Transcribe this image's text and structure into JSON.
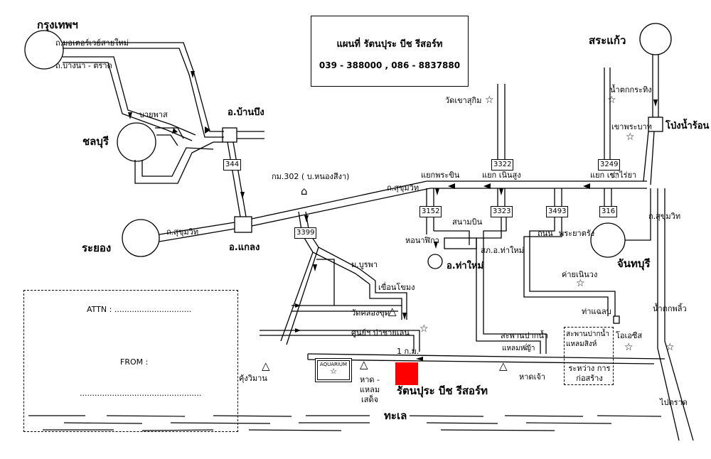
{
  "title": {
    "name": "แผนที่ รัตนปุระ บีช รีสอร์ท",
    "phone": "039 - 388000 , 086 - 8837880"
  },
  "form": {
    "attn": "ATTN : ...............................",
    "from": "FROM :",
    "line": "................................................."
  },
  "provinces": {
    "bangkok": "กรุงเทพฯ",
    "chonburi": "ชลบุรี",
    "rayong": "ระยอง",
    "sakaeo": "สระแก้ว",
    "chanthaburi": "จันทบุรี"
  },
  "roads": {
    "motorway": "ถ.มอเตอร์เวย์สายใหม่",
    "bangna": "ถ.บางนา - ตราด",
    "bypass": "บายพาส",
    "sukhumvit_w": "ถ.สุขุมวิท",
    "sukhumvit_c": "ถ.สุขุมวิท",
    "sukhumvit_e": "ถ.สุขุมวิท",
    "km302": "กม.302 ( บ.หนองสีงา)",
    "to_trat": "ไปตราด",
    "one_km": "1 ก.ม."
  },
  "route_numbers": {
    "r344": "344",
    "r3399": "3399",
    "r3322": "3322",
    "r3249": "3249",
    "r3152": "3152",
    "r3323": "3323",
    "r3493": "3493",
    "r316": "316"
  },
  "places": {
    "ban_bueng": "อ.บ้านบึง",
    "klaeng": "อ.แกลง",
    "tha_mai": "อ.ท่าใหม่",
    "pong_nam_ron": "โป่งน้ำร้อน",
    "khao_sukim": "วัดเขาสุกิม",
    "namtok_krathing": "น้ำตกกระทิง",
    "khao_phrabat": "เขาพระบาท",
    "khao_rai_ya": "แยก เขาไร่ยา",
    "yaek_phra_khin": "แยกพระขิน",
    "yaek_noen_sung": "แยก เนินสูง",
    "sanam_bin": "สนามบิน",
    "ho_nalika": "หอนาฬิกา",
    "sano_tha_mai": "สภ.อ.ท่าใหม่",
    "thanon": "ถนน",
    "phraya_trang": "พระยาตรัง",
    "khai_noen_wong": "ค่ายเนินวง",
    "tha_chaeloeb": "ท่าแฉลบ",
    "namtok_phlio": "น้ำตกพลิ้ว",
    "m_burapha": "ม.บูรพา",
    "khuean_chong": "เขื่อนโขมง",
    "wat_khlong_khut": "วัดคลองขุด",
    "sunya_pasai": "ศูนย์ฯ ป่าชายเลน",
    "saphan_paknam": "สะพานปากน้ำ",
    "laem_sing": "แหลมหญ้า",
    "saphan_laem_sing": "สะพานปากน้ำ แหลมสิงห์",
    "under_construction": "ระหว่าง การก่อสร้าง",
    "oasis": "โอเอซีส",
    "hat_chao": "หาดเจ้า",
    "hat_laem_sadet": "หาด - แหลมเสด็จ",
    "khung_wiman": "คุ้งวิมาน",
    "aquarium": "AQUARIUM",
    "resort": "รัตนปุระ บีช รีสอร์ท",
    "sea": "ทะเล"
  },
  "symbols": {
    "attraction": "☆",
    "beach": "△",
    "temple": "⌂",
    "marker_color": "#ff0000"
  }
}
